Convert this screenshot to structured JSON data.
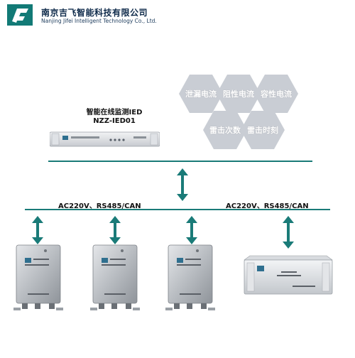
{
  "header": {
    "company_cn": "南京吉飞智能科技有限公司",
    "company_en": "Nanjing Jifei Intelligent Technology Co., Ltd."
  },
  "ied": {
    "title": "智能在线监测IED",
    "model": "NZZ-IED01"
  },
  "features": [
    "泄漏电流",
    "阻性电流",
    "容性电流",
    "雷击次数",
    "雷击时刻"
  ],
  "buses": {
    "left_label": "AC220V、RS485/CAN",
    "right_label": "AC220V、RS485/CAN"
  },
  "colors": {
    "accent": "#1a7b78",
    "hexagon": "#c9cdd4",
    "line": "#1a7b78"
  }
}
